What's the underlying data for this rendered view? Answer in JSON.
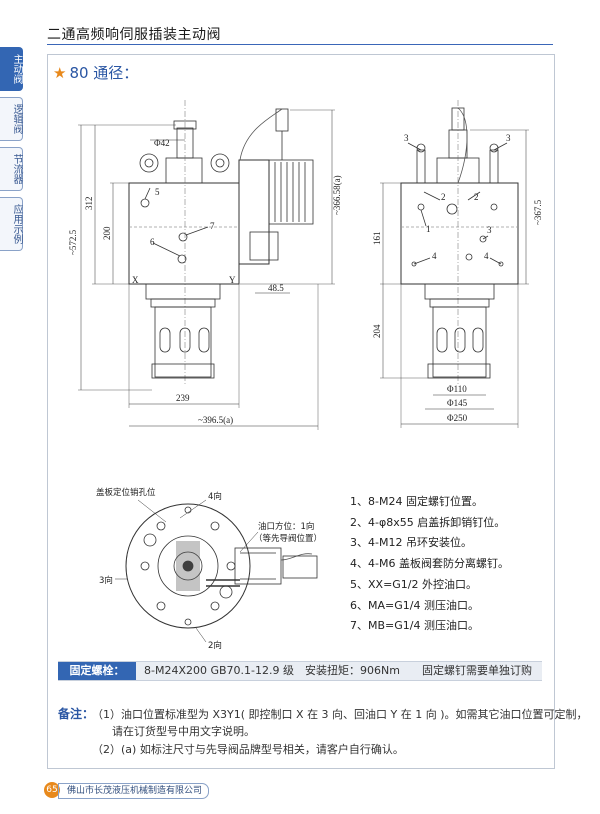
{
  "page": {
    "title": "二通高频响伺服插装主动阀",
    "bore_heading": "80 通径：",
    "page_number": "65",
    "company": "佛山市长茂液压机械制造有限公司"
  },
  "side_tabs": [
    {
      "label": "主动阀",
      "active": true
    },
    {
      "label": "逻辑阀",
      "active": false
    },
    {
      "label": "节流器",
      "active": false
    },
    {
      "label": "应用示例",
      "active": false
    }
  ],
  "drawing_labels": {
    "phi42": "Φ42",
    "d312": "312",
    "d200": "200",
    "d572": "~572.5",
    "d366_58": "~366.58(a)",
    "d48_5": "48.5",
    "d239": "239",
    "d396": "~396.5(a)",
    "x": "X",
    "y": "Y",
    "n5": "5",
    "n6": "6",
    "n7": "7",
    "n3a": "3",
    "n3b": "3",
    "n2a": "2",
    "n2b": "2",
    "n1": "1",
    "n3c": "3",
    "n4a": "4",
    "n4b": "4",
    "d367": "~367.5",
    "d161": "161",
    "d204": "204",
    "phi110": "Φ110",
    "phi145": "Φ145",
    "phi250": "Φ250",
    "cover_pin": "盖板定位销孔位",
    "dir4": "4向",
    "dir3": "3向",
    "dir2": "2向",
    "dir1": "油口方位：1向",
    "dir1b": "（等先导阀位置）"
  },
  "notes": [
    "1、8-M24 固定螺钉位置。",
    "2、4-φ8x55 启盖拆卸销钉位。",
    "3、4-M12 吊环安装位。",
    "4、4-M6 盖板阀套防分离螺钉。",
    "5、XX=G1/2 外控油口。",
    "6、MA=G1/4 测压油口。",
    "7、MB=G1/4 测压油口。"
  ],
  "spec": {
    "label": "固定螺栓：",
    "bolt": "8-M24X200  GB70.1-12.9 级",
    "torque": "安装扭矩：906Nm",
    "order": "固定螺钉需要单独订购"
  },
  "remarks": {
    "heading": "备注：",
    "line1": "（1）油口位置标准型为 X3Y1( 即控制口 X 在 3 向、回油口 Y 在 1 向 )。如需其它油口位置可定制，",
    "line1b": "请在订货型号中用文字说明。",
    "line2": "（2）(a) 如标注尺寸与先导阀品牌型号相关，请客户自行确认。"
  },
  "colors": {
    "accent": "#3366b3",
    "star": "#e8891c"
  }
}
